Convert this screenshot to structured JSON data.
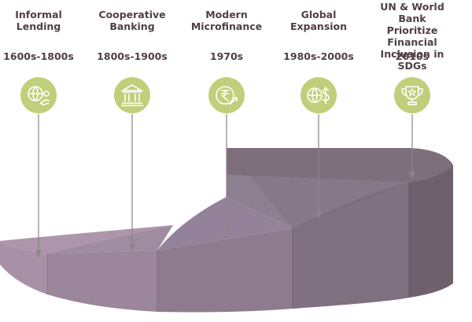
{
  "palette": {
    "icon_fill": "#bfcf7a",
    "icon_stroke": "#ffffff",
    "text": "#4f4046",
    "leader_line": "#8d8489",
    "stair_light": "#a78ba3",
    "stair_dark": "#6f626e"
  },
  "eras": [
    {
      "title": "Informal\nLending",
      "date": "1600s-1800s",
      "icon": "globe-hand-icon"
    },
    {
      "title": "Cooperative\nBanking",
      "date": "1800s-1900s",
      "icon": "bank-building-icon"
    },
    {
      "title": "Modern\nMicrofinance",
      "date": "1970s",
      "icon": "rupee-growth-icon"
    },
    {
      "title": "Global\nExpansion",
      "date": "1980s-2000s",
      "icon": "globe-dollar-icon"
    },
    {
      "title": "UN & World Bank\nPrioritize Financial\nInclusion in SDGs",
      "date": "2010s",
      "icon": "trophy-icon"
    }
  ]
}
